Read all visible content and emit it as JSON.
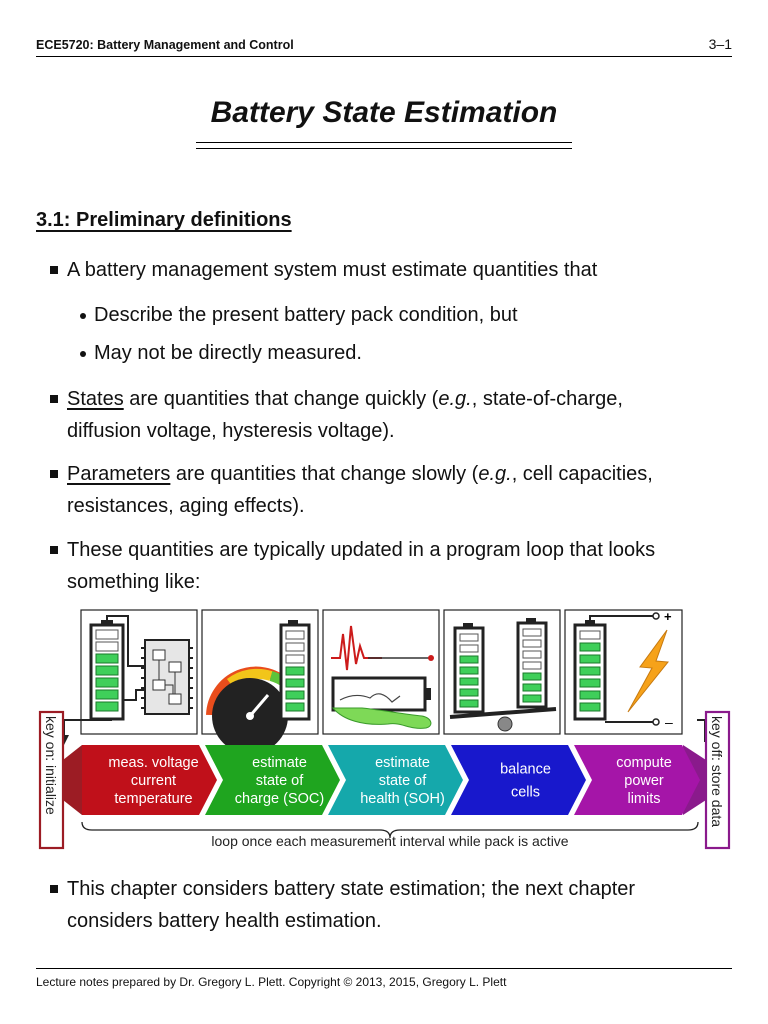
{
  "header": {
    "course": "ECE5720: Battery Management and Control",
    "page": "3–1"
  },
  "title": "Battery State Estimation",
  "section": "3.1: Preliminary definitions",
  "bullets": {
    "b1": "A battery management system must estimate quantities that",
    "b1_sub1": "Describe the present battery pack condition, but",
    "b1_sub2": "May not be directly measured.",
    "b2_term": "States",
    "b2_line1_rest": " are quantities that change quickly (",
    "b2_eg": "e.g.",
    "b2_line1_end": ", state-of-charge,",
    "b2_line2": "diffusion voltage, hysteresis voltage).",
    "b3_term": "Parameters",
    "b3_line1_rest": " are quantities that change slowly (",
    "b3_eg": "e.g.",
    "b3_line1_end": ", cell capacities,",
    "b3_line2": "resistances, aging effects).",
    "b4_line1": "These quantities are typically updated in a program loop that looks",
    "b4_line2": "something like:",
    "b5_line1": "This chapter considers battery state estimation; the next chapter",
    "b5_line2": "considers battery health estimation."
  },
  "diagram": {
    "key_on": "key on: initialize",
    "key_off": "key off: store data",
    "steps": [
      {
        "lines": [
          "meas. voltage",
          "current",
          "temperature"
        ],
        "color": "#c0101a"
      },
      {
        "lines": [
          "estimate",
          "state of",
          "charge (SOC)"
        ],
        "color": "#1fa51f"
      },
      {
        "lines": [
          "estimate",
          "state of",
          "health (SOH)"
        ],
        "color": "#15a8ab"
      },
      {
        "lines": [
          "balance",
          "cells"
        ],
        "color": "#1818cc"
      },
      {
        "lines": [
          "compute",
          "power",
          "limits"
        ],
        "color": "#a515a8"
      }
    ],
    "loop_label": "loop once each measurement interval while pack is active",
    "icons": [
      "battery-chip-icon",
      "gauge-battery-icon",
      "damaged-battery-icon",
      "balance-batteries-icon",
      "battery-lightning-icon"
    ],
    "key_on_color": "#9c1c24",
    "key_off_color": "#8a1a8c"
  },
  "footer": "Lecture notes prepared by Dr. Gregory L. Plett. Copyright © 2013, 2015, Gregory L. Plett"
}
